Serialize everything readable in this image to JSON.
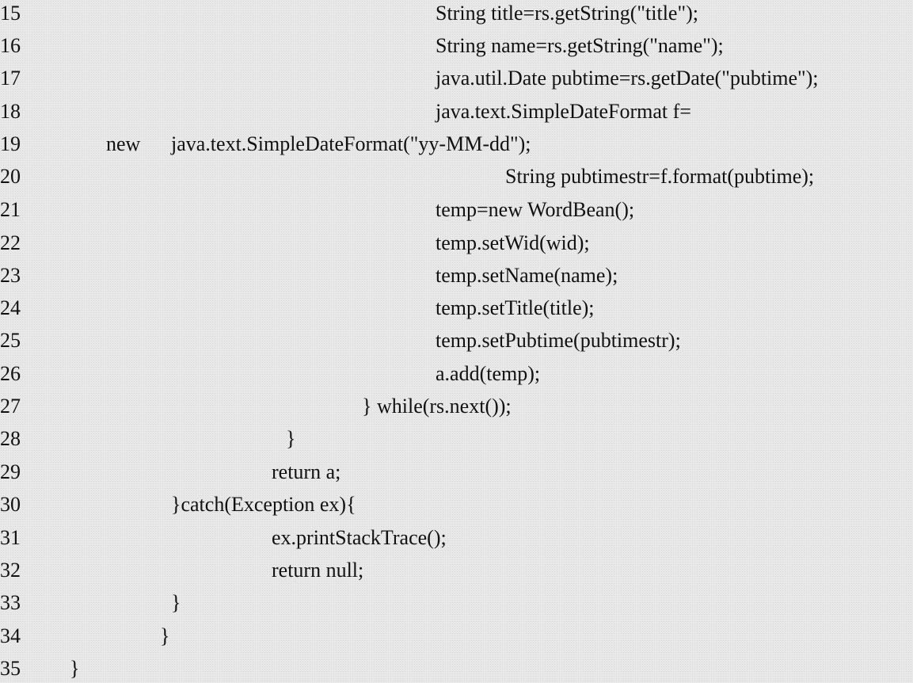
{
  "lines": [
    {
      "number": "15",
      "text": "String title=rs.getString(\"title\");"
    },
    {
      "number": "16",
      "text": "String name=rs.getString(\"name\");"
    },
    {
      "number": "17",
      "text": "java.util.Date pubtime=rs.getDate(\"pubtime\");"
    },
    {
      "number": "18",
      "text": "java.text.SimpleDateFormat f="
    },
    {
      "number": "19",
      "text": "new",
      "extra": "java.text.SimpleDateFormat(\"yy-MM-dd\");"
    },
    {
      "number": "20",
      "text": "String pubtimestr=f.format(pubtime);"
    },
    {
      "number": "21",
      "text": "temp=new WordBean();"
    },
    {
      "number": "22",
      "text": "temp.setWid(wid);"
    },
    {
      "number": "23",
      "text": "temp.setName(name);"
    },
    {
      "number": "24",
      "text": "temp.setTitle(title);"
    },
    {
      "number": "25",
      "text": "temp.setPubtime(pubtimestr);"
    },
    {
      "number": "26",
      "text": "a.add(temp);"
    },
    {
      "number": "27",
      "text": "} while(rs.next());"
    },
    {
      "number": "28",
      "text": "}"
    },
    {
      "number": "29",
      "text": "return a;"
    },
    {
      "number": "30",
      "text": "}catch(Exception ex){"
    },
    {
      "number": "31",
      "text": "ex.printStackTrace();"
    },
    {
      "number": "32",
      "text": "return null;"
    },
    {
      "number": "33",
      "text": "}"
    },
    {
      "number": "34",
      "text": "}"
    },
    {
      "number": "35",
      "text": "}"
    }
  ]
}
